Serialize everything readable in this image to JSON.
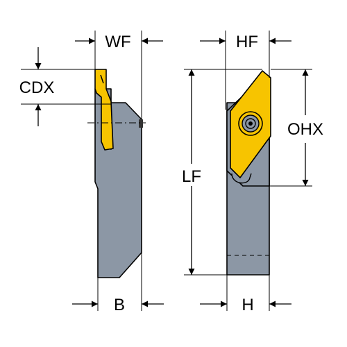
{
  "labels": {
    "wf": "WF",
    "cdx": "CDX",
    "b": "B",
    "hf": "HF",
    "ohx": "OHX",
    "lf": "LF",
    "h": "H"
  },
  "colors": {
    "shank": "#8c97a5",
    "insert": "#f7c400",
    "line": "#000000",
    "background": "#ffffff"
  },
  "icons": {
    "screw": "torx-screw-icon"
  }
}
